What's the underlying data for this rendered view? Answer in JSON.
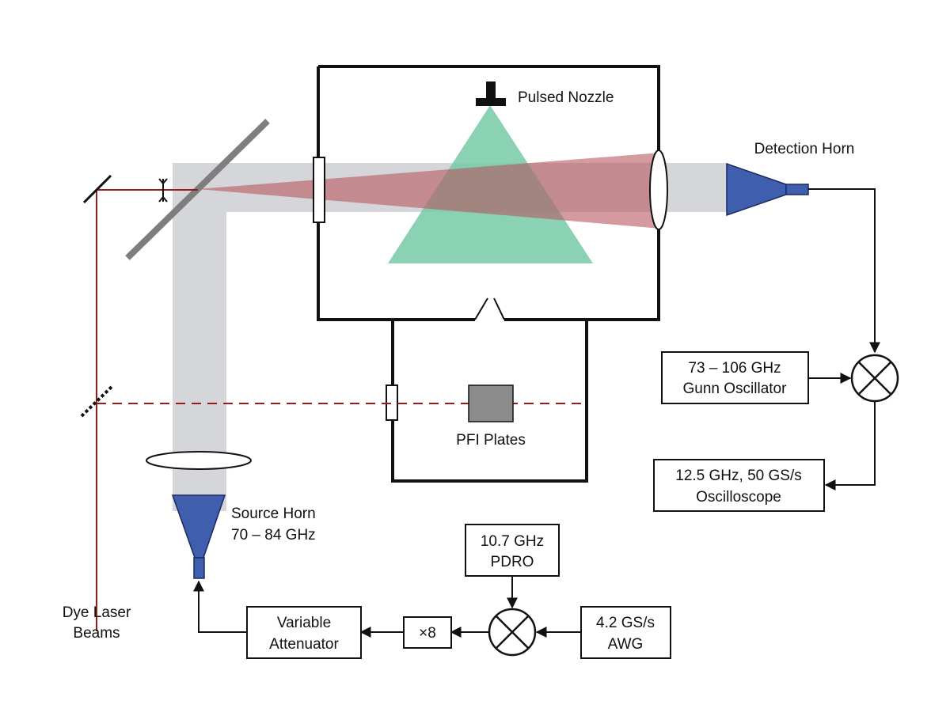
{
  "labels": {
    "pulsed_nozzle": "Pulsed Nozzle",
    "detection_horn": "Detection Horn",
    "pfi_plates": "PFI Plates",
    "source_horn_line1": "Source Horn",
    "source_horn_line2": "70 – 84 GHz",
    "dye_laser_line1": "Dye Laser",
    "dye_laser_line2": "Beams"
  },
  "boxes": {
    "gunn_line1": "73 – 106 GHz",
    "gunn_line2": "Gunn Oscillator",
    "scope_line1": "12.5 GHz, 50 GS/s",
    "scope_line2": "Oscilloscope",
    "pdro_line1": "10.7 GHz",
    "pdro_line2": "PDRO",
    "awg_line1": "4.2 GS/s",
    "awg_line2": "AWG",
    "multiplier": "×8",
    "attenuator_line1": "Variable",
    "attenuator_line2": "Attenuator"
  },
  "colors": {
    "horn_blue": "#3f5fae",
    "laser_red": "#9b1b1b",
    "laser_cone": "#b8565f",
    "molecular_beam": "#77c9a6",
    "microwave_beam": "#d4d6da",
    "mirror_gray": "#7e7e7e",
    "pfi_plate_gray": "#8c8c8c"
  }
}
